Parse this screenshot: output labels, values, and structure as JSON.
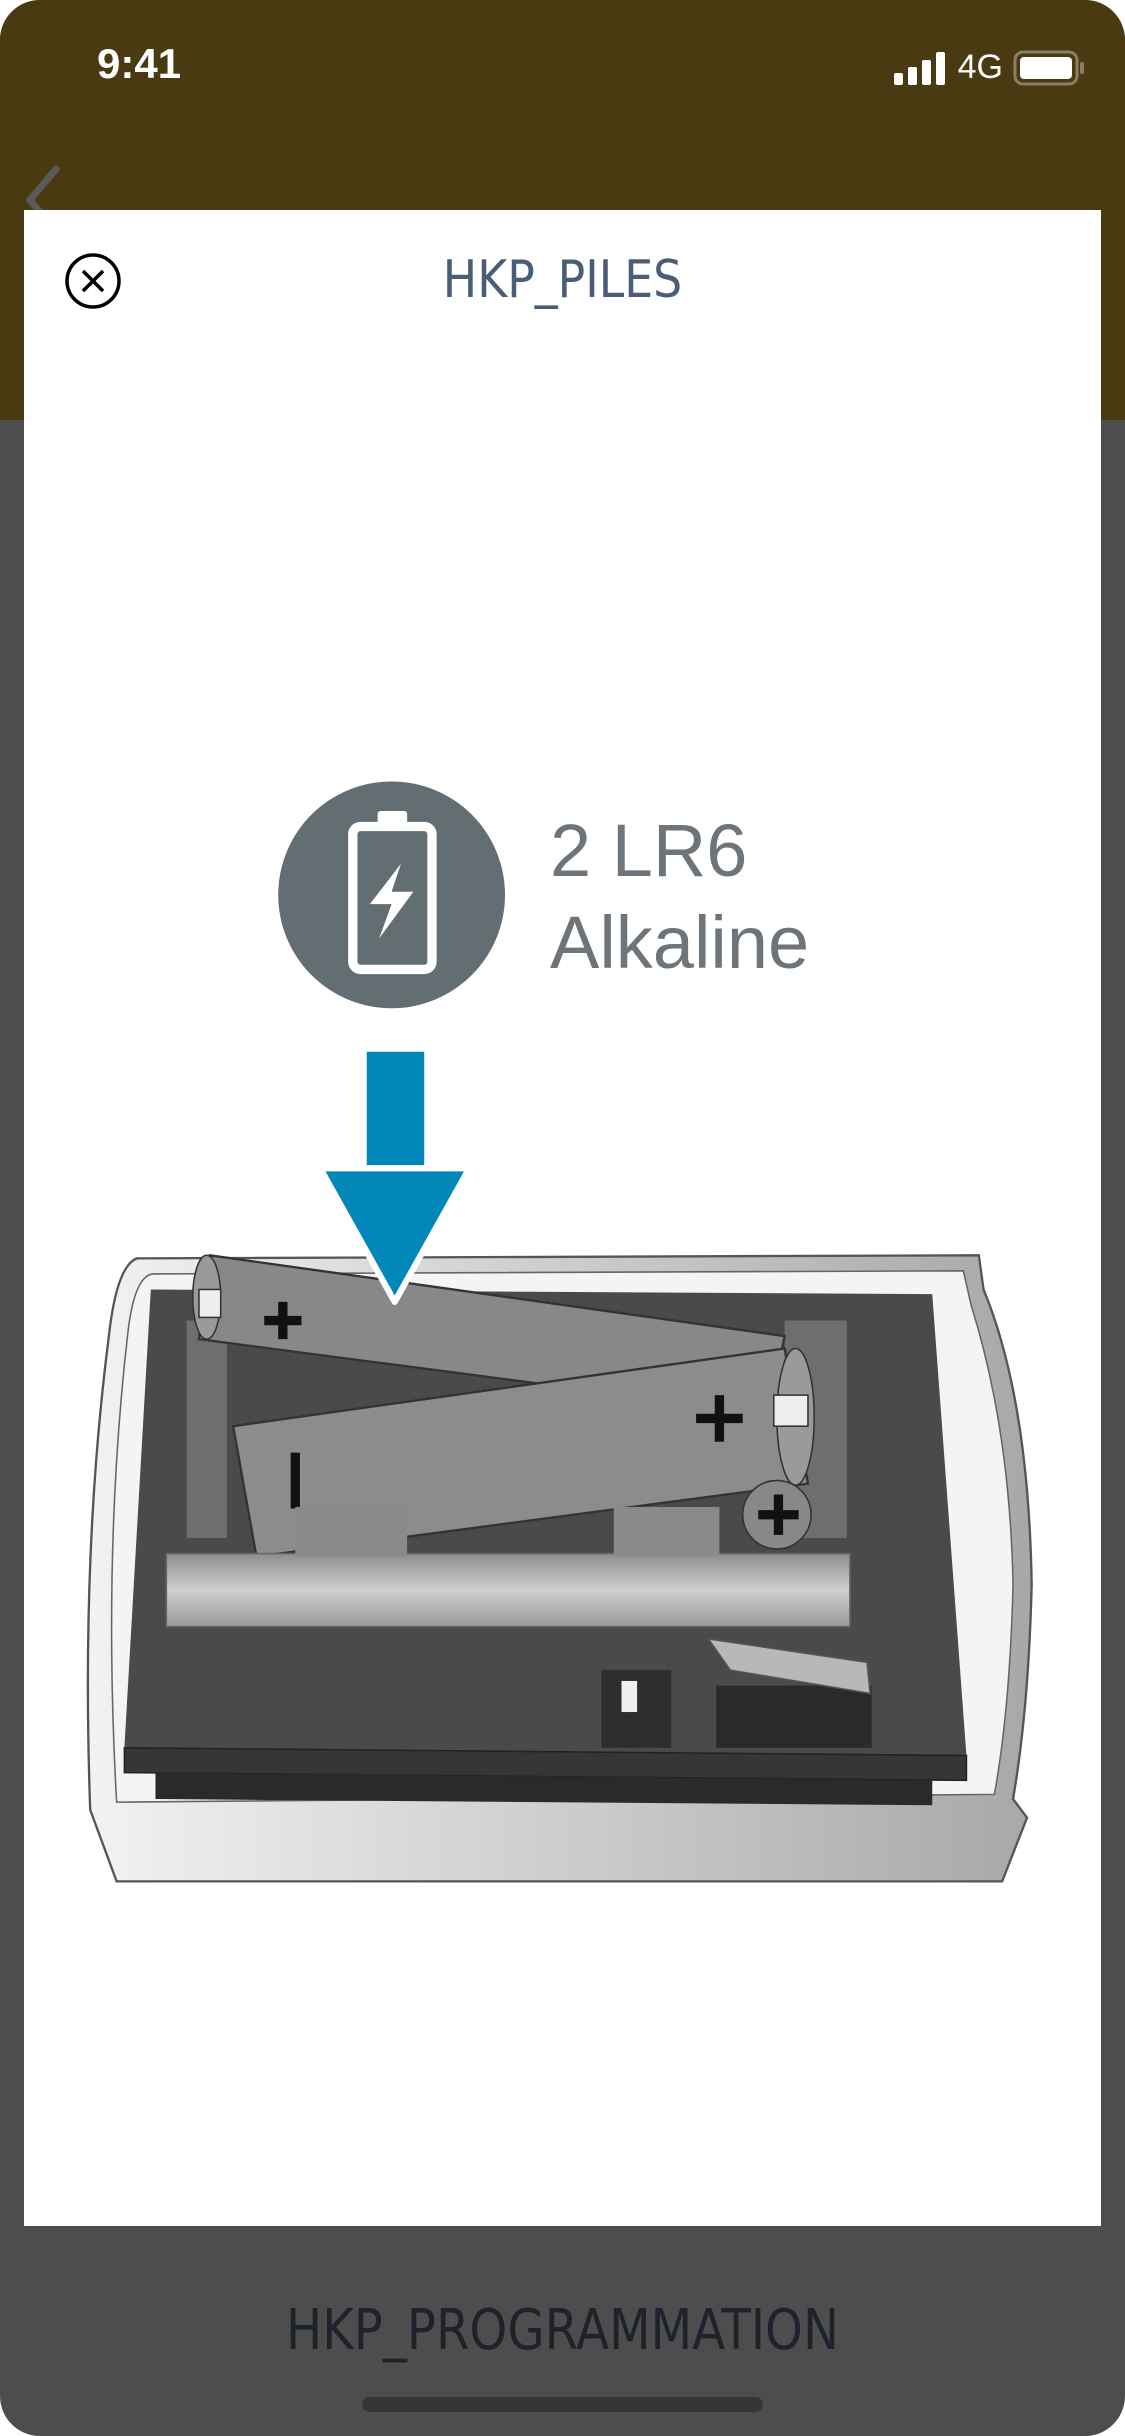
{
  "status_bar": {
    "time": "9:41",
    "network": "4G"
  },
  "modal": {
    "title": "HKP_PILES",
    "battery_label_line1": "2 LR6",
    "battery_label_line2": "Alkaline"
  },
  "background_page": {
    "title": "HKP_PROGRAMMATION"
  },
  "colors": {
    "header": "#4a3a12",
    "accent_arrow": "#0288b8",
    "title": "#4a5d78",
    "icon_circle": "#636e72"
  }
}
